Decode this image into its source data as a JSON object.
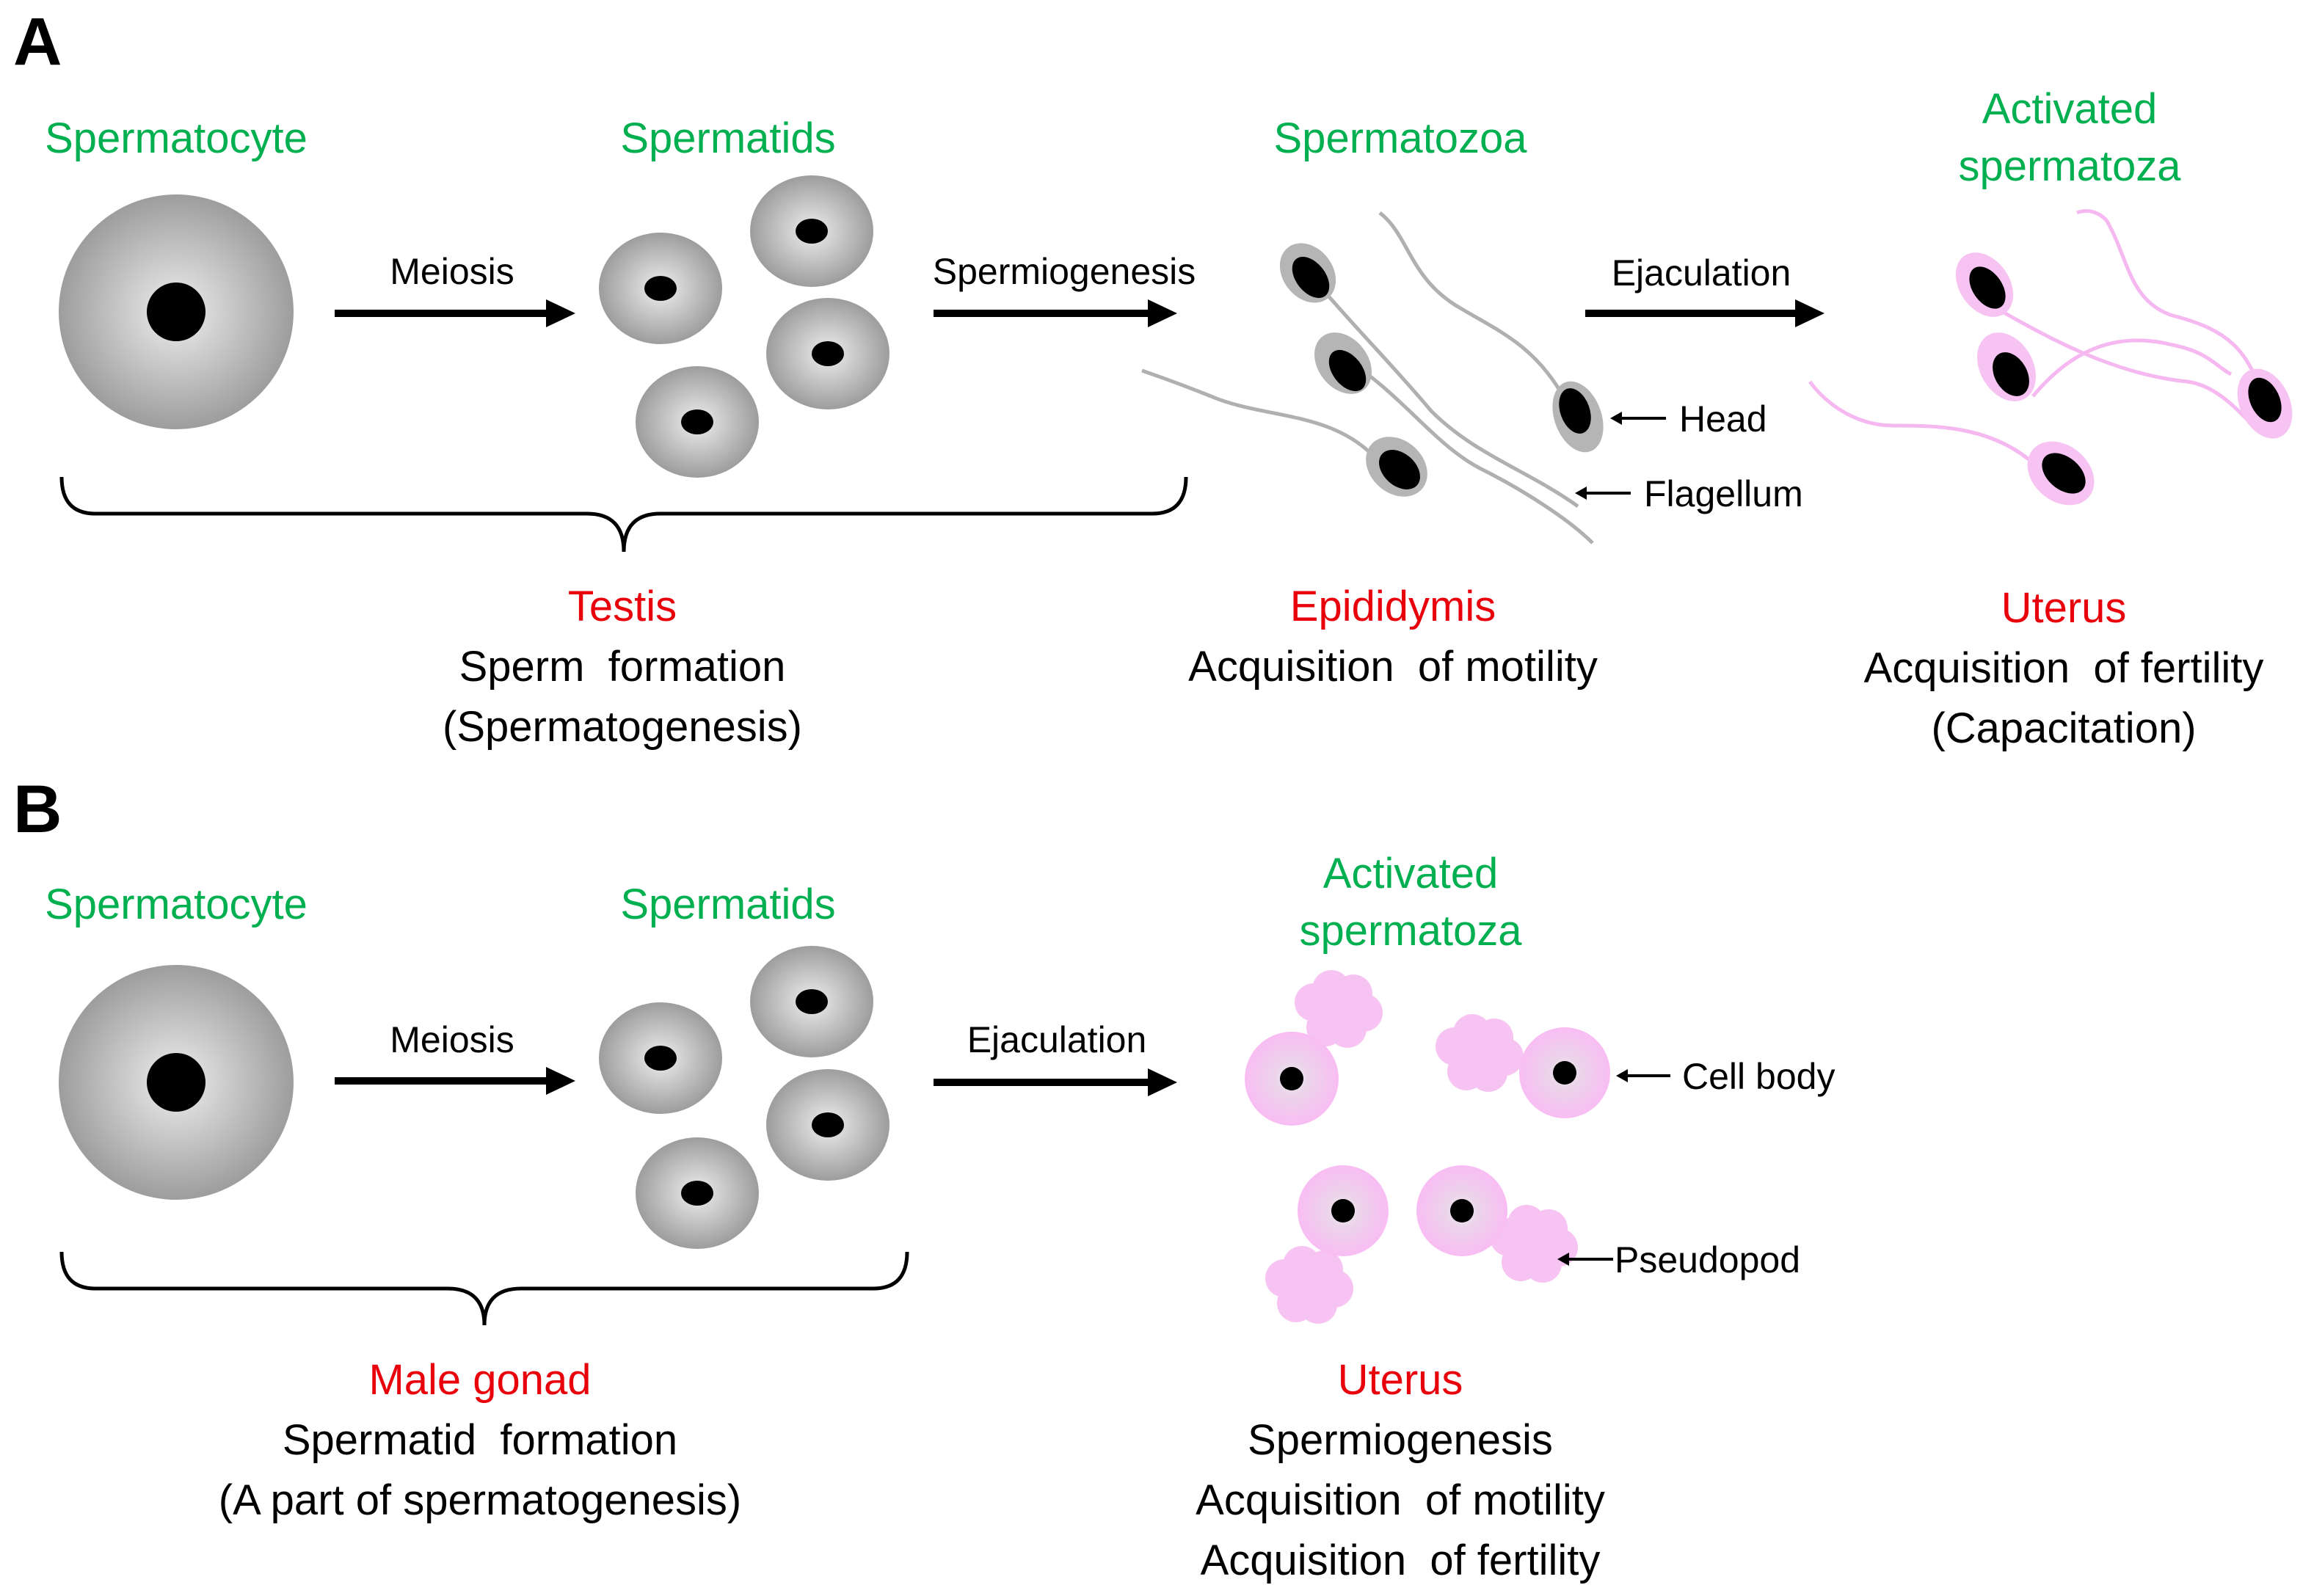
{
  "colors": {
    "stage_label": "#00b050",
    "organ_label": "#e8000b",
    "cell_gray": "#b5b5b5",
    "activated_pink": "#f6c3f2",
    "tail_gray": "#b0b0b0",
    "tail_pink": "#f5b8f0",
    "nucleus": "#000000"
  },
  "panel_a": {
    "letter": "A",
    "stages": {
      "spermatocyte": "Spermatocyte",
      "spermatids": "Spermatids",
      "spermatozoa": "Spermatozoa",
      "activated_line1": "Activated",
      "activated_line2": "spermatoza"
    },
    "processes": {
      "meiosis": "Meiosis",
      "spermiogenesis": "Spermiogenesis",
      "ejaculation": "Ejaculation"
    },
    "callouts": {
      "head": "Head",
      "flagellum": "Flagellum"
    },
    "locations": {
      "testis": {
        "organ": "Testis",
        "line1": "Sperm  formation",
        "line2": "(Spermatogenesis)"
      },
      "epididymis": {
        "organ": "Epididymis",
        "line1": "Acquisition  of motility"
      },
      "uterus": {
        "organ": "Uterus",
        "line1": "Acquisition  of fertility",
        "line2": "(Capacitation)"
      }
    }
  },
  "panel_b": {
    "letter": "B",
    "stages": {
      "spermatocyte": "Spermatocyte",
      "spermatids": "Spermatids",
      "activated_line1": "Activated",
      "activated_line2": "spermatoza"
    },
    "processes": {
      "meiosis": "Meiosis",
      "ejaculation": "Ejaculation"
    },
    "callouts": {
      "cell_body": "Cell body",
      "pseudopod": "Pseudopod"
    },
    "locations": {
      "male_gonad": {
        "organ": "Male gonad",
        "line1": "Spermatid  formation",
        "line2": "(A part of spermatogenesis)"
      },
      "uterus": {
        "organ": "Uterus",
        "line1": "Spermiogenesis",
        "line2": "Acquisition  of motility",
        "line3": "Acquisition  of fertility"
      }
    }
  }
}
